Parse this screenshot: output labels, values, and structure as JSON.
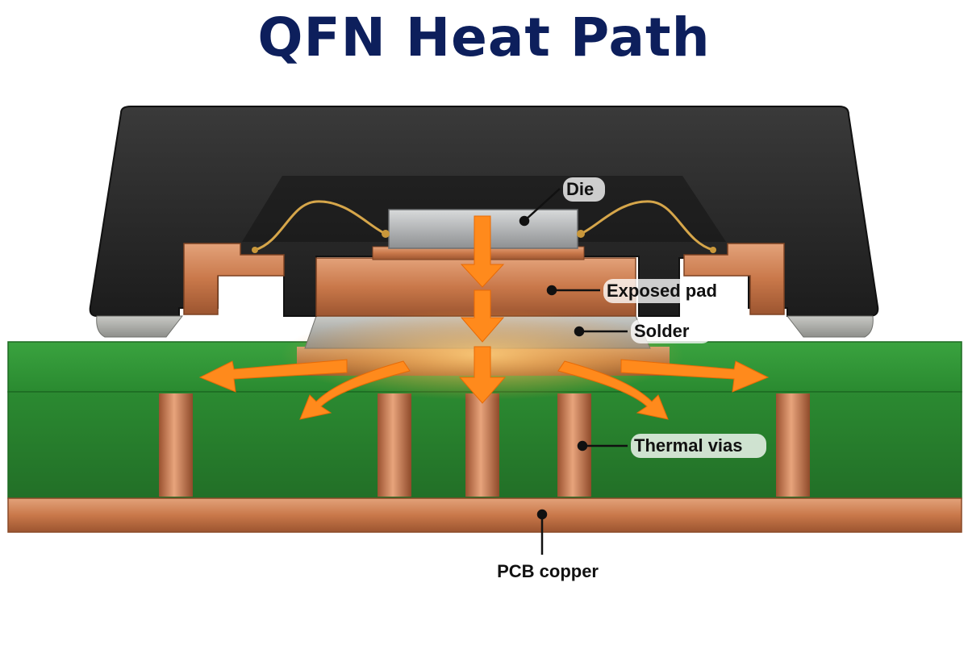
{
  "title": "QFN Heat Path",
  "labels": {
    "die": "Die",
    "exposed_pad": "Exposed pad",
    "solder": "Solder",
    "thermal_vias": "Thermal vias",
    "pcb_copper": "PCB copper"
  },
  "colors": {
    "title": "#0d1f5c",
    "mold": "#262626",
    "copper": "#c9784a",
    "pcb_green": "#2e8f35",
    "solder": "#a9aaa6",
    "die": "#b7b9ba",
    "heat_arrow": "#ff8a1c",
    "bond_wire": "#d6a64a"
  },
  "icons": [
    "heat-flow-arrow",
    "bond-wire",
    "leader-line"
  ]
}
